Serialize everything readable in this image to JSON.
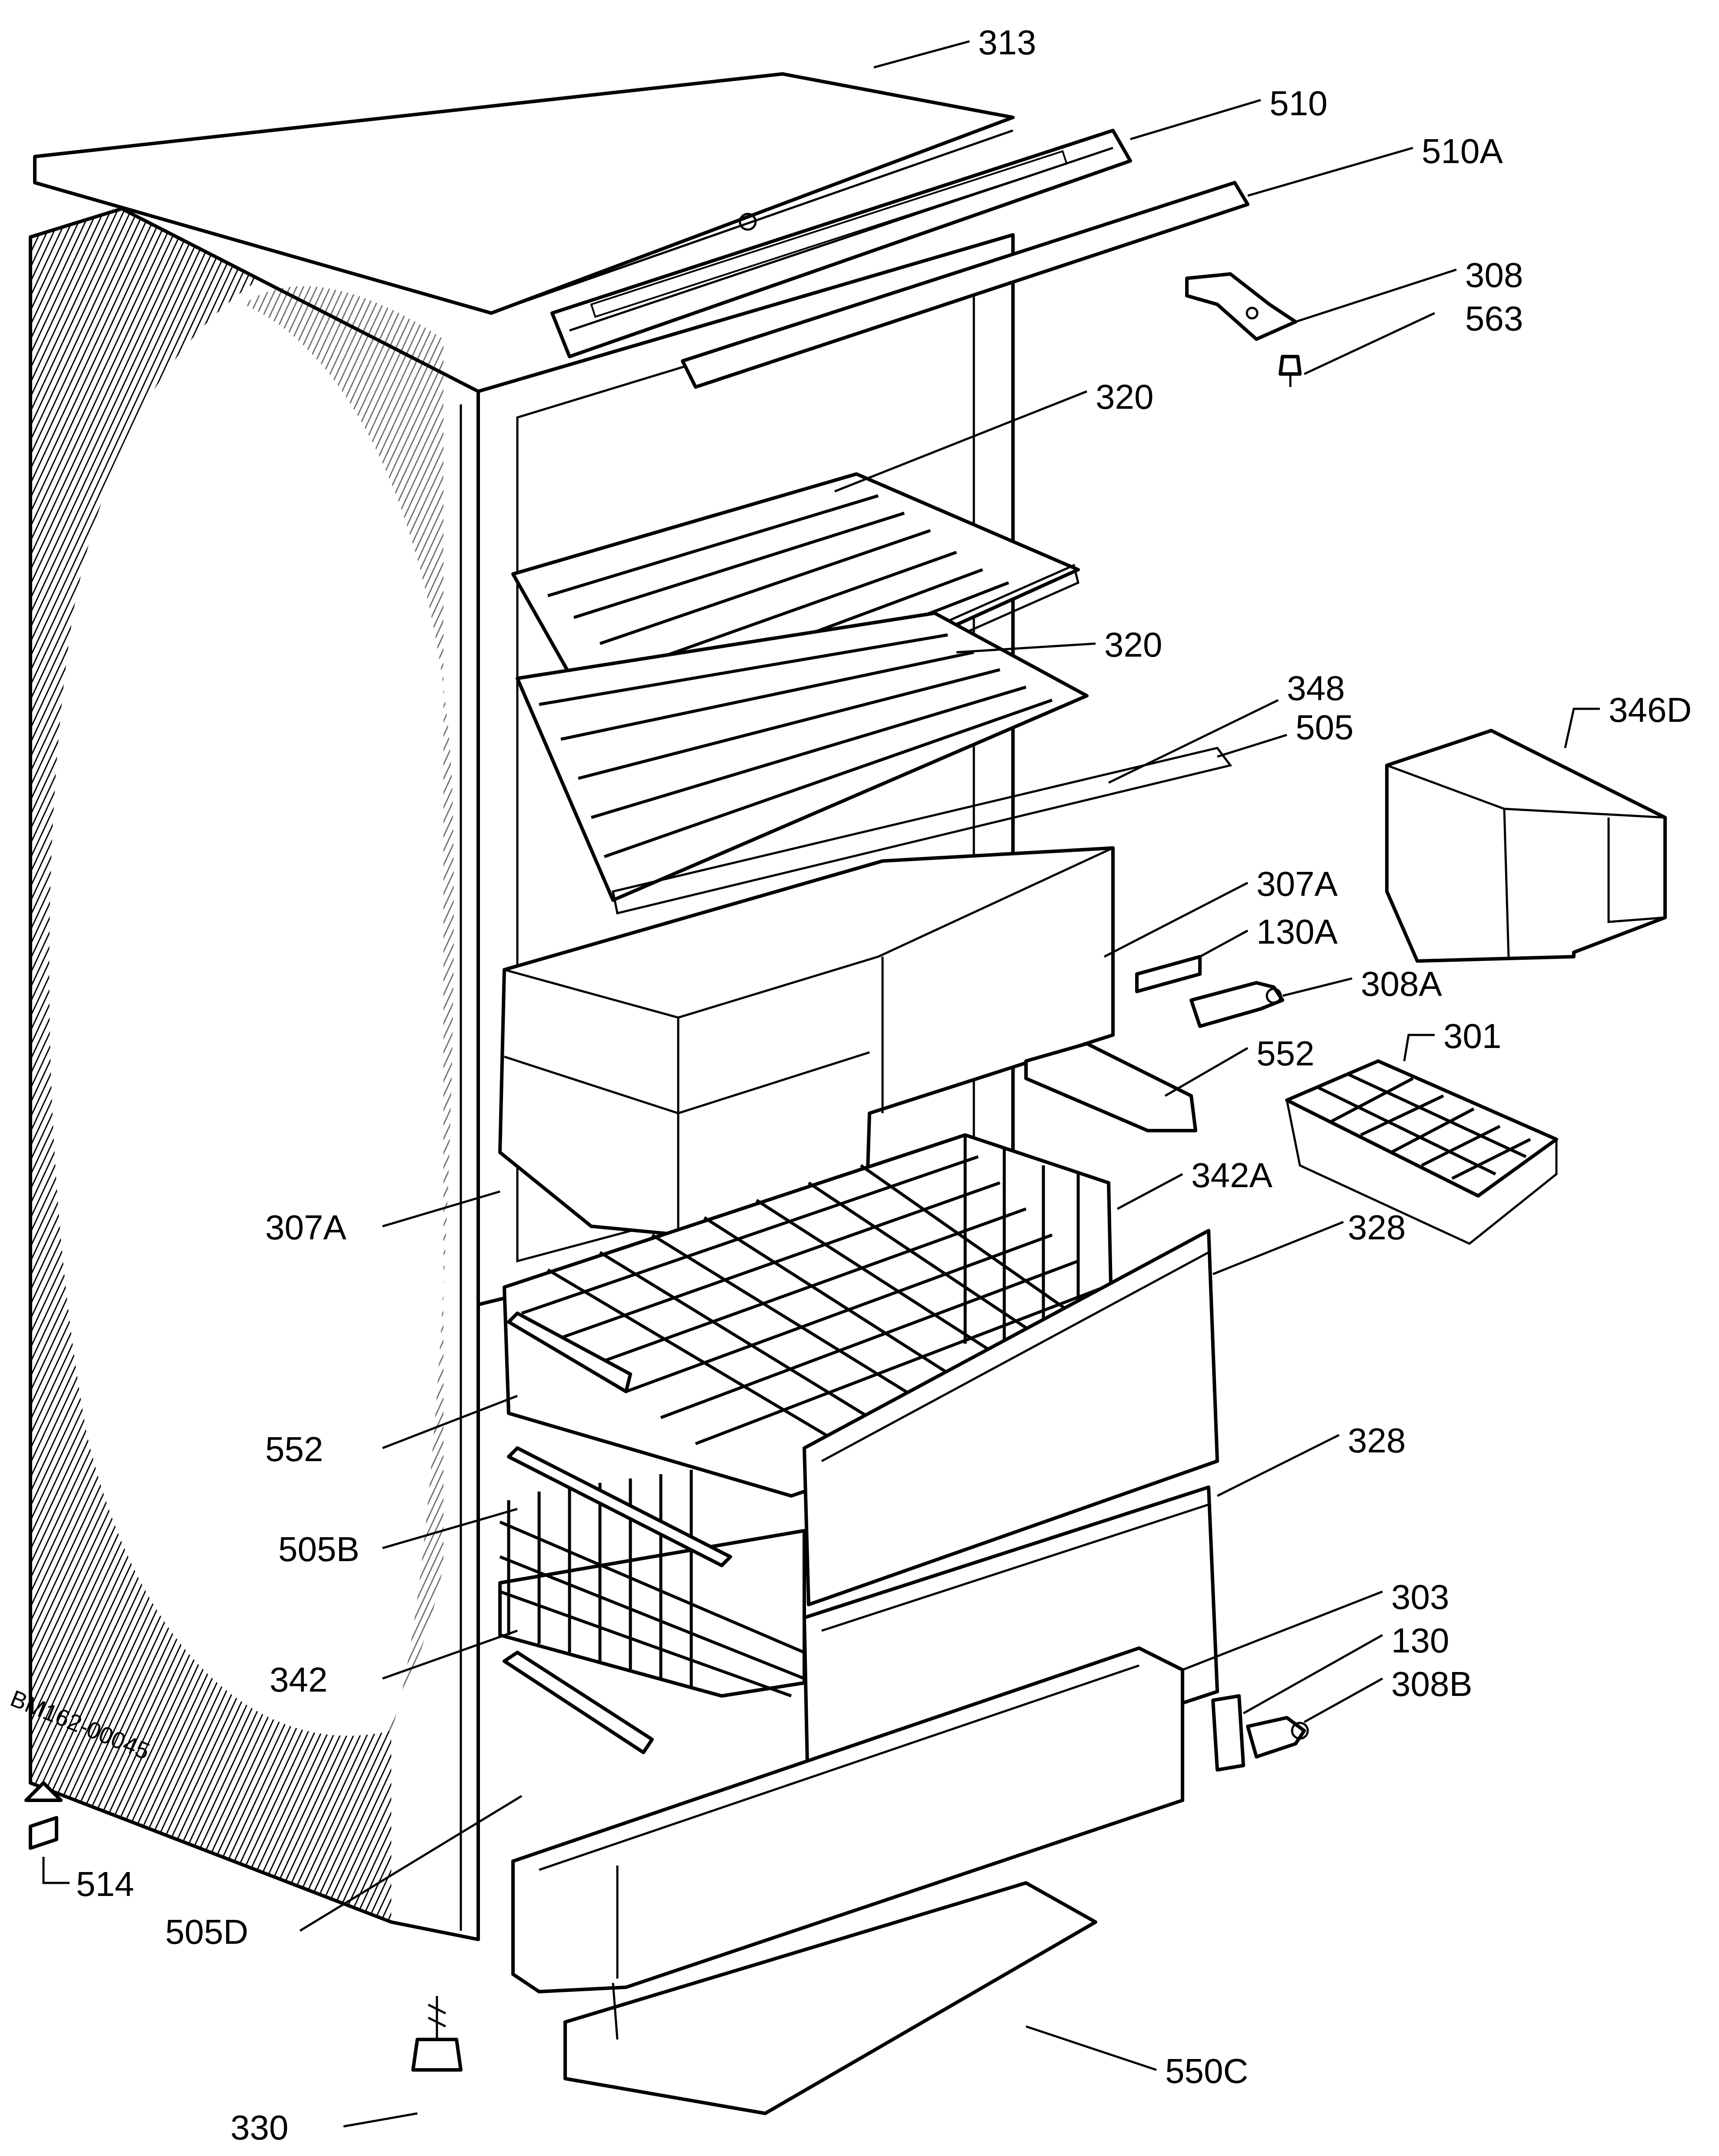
{
  "diagram_id": "BM162-00045",
  "labels": {
    "l313": "313",
    "l510": "510",
    "l510a": "510A",
    "l308": "308",
    "l563": "563",
    "l320a": "320",
    "l320b": "320",
    "l348": "348",
    "l505": "505",
    "l346d": "346D",
    "l307a_r": "307A",
    "l130a": "130A",
    "l308a": "308A",
    "l301": "301",
    "l552_r": "552",
    "l342a": "342A",
    "l307a_l": "307A",
    "l328a": "328",
    "l328b": "328",
    "l552_l": "552",
    "l505b": "505B",
    "l342": "342",
    "l303": "303",
    "l130": "130",
    "l308b": "308B",
    "l514": "514",
    "l505d": "505D",
    "l550c": "550C",
    "l330": "330"
  }
}
